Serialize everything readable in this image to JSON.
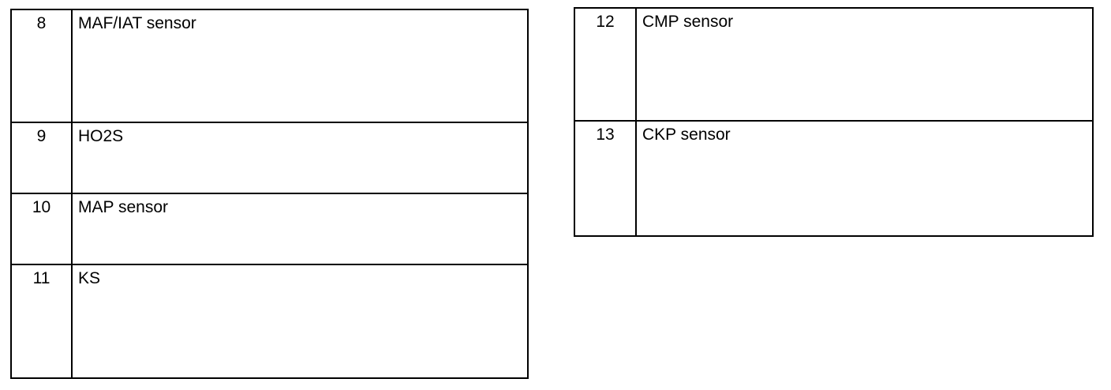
{
  "left_table": {
    "rows": [
      {
        "number": "8",
        "label": "MAF/IAT sensor"
      },
      {
        "number": "9",
        "label": "HO2S"
      },
      {
        "number": "10",
        "label": "MAP sensor"
      },
      {
        "number": "11",
        "label": "KS"
      }
    ]
  },
  "right_table": {
    "rows": [
      {
        "number": "12",
        "label": "CMP sensor"
      },
      {
        "number": "13",
        "label": "CKP sensor"
      }
    ]
  }
}
